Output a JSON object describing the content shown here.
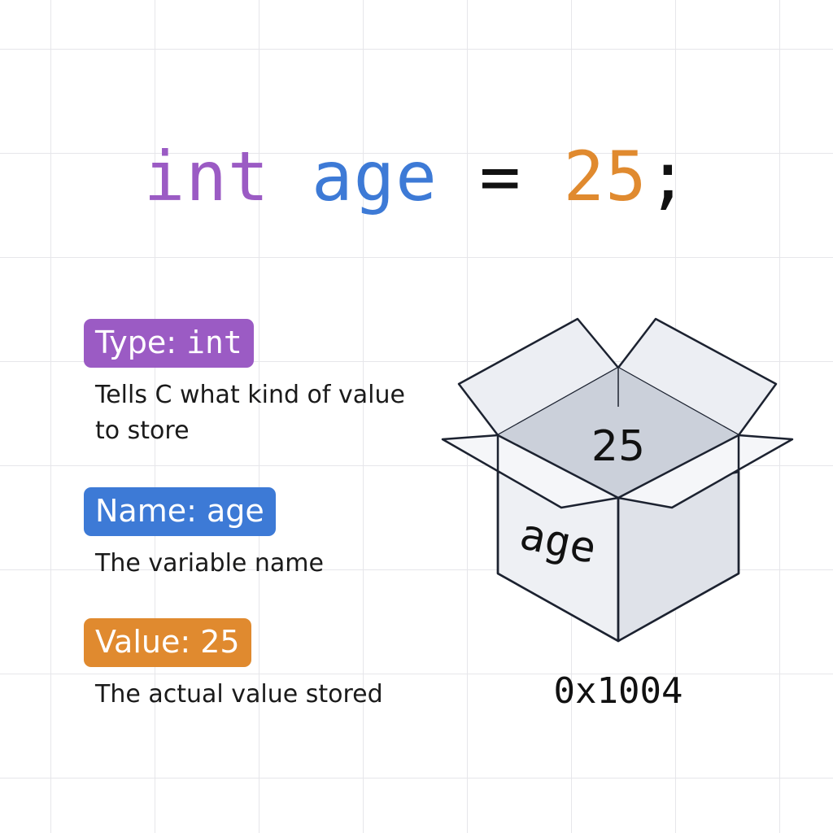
{
  "code": {
    "type_keyword": "int",
    "variable_name": "age",
    "operator": "=",
    "value": "25",
    "terminator": ";",
    "colors": {
      "type": "#9b5bc4",
      "name": "#3d7ad6",
      "operator": "#111111",
      "value": "#e08a2f",
      "terminator": "#111111"
    }
  },
  "legend": [
    {
      "key": "type",
      "badge_prefix": "Type: ",
      "badge_value": "int",
      "description": "Tells C what kind of value to store",
      "color": "#9b5bc4"
    },
    {
      "key": "name",
      "badge_prefix": "Name: ",
      "badge_value": "age",
      "description": "The variable name",
      "color": "#3d7ad6"
    },
    {
      "key": "value",
      "badge_prefix": "Value: ",
      "badge_value": "25",
      "description": "The actual value stored",
      "color": "#e08a2f"
    }
  ],
  "box": {
    "stored_value": "25",
    "label": "age",
    "address": "0x1004"
  }
}
